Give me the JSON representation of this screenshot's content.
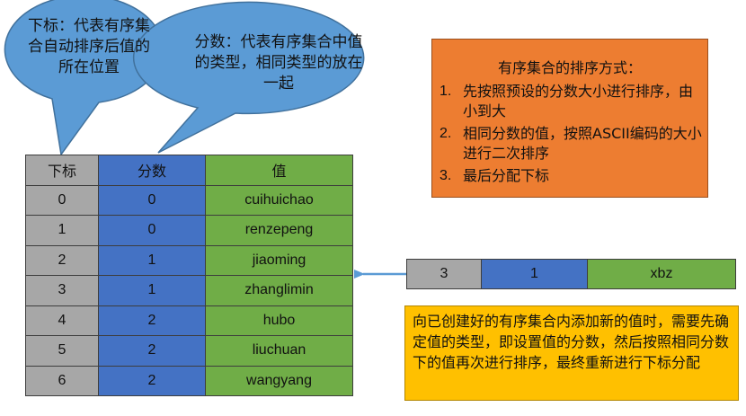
{
  "callouts": {
    "index_note": "下标：代表有序集合自动排序后值的所在位置",
    "score_note": "分数：代表有序集合中值的类型，相同类型的放在一起"
  },
  "table": {
    "headers": [
      "下标",
      "分数",
      "值"
    ],
    "rows": [
      {
        "index": "0",
        "score": "0",
        "value": "cuihuichao"
      },
      {
        "index": "1",
        "score": "0",
        "value": "renzepeng"
      },
      {
        "index": "2",
        "score": "1",
        "value": "jiaoming"
      },
      {
        "index": "3",
        "score": "1",
        "value": "zhanglimin"
      },
      {
        "index": "4",
        "score": "2",
        "value": "hubo"
      },
      {
        "index": "5",
        "score": "2",
        "value": "liuchuan"
      },
      {
        "index": "6",
        "score": "2",
        "value": "wangyang"
      }
    ]
  },
  "new_entry": {
    "index": "3",
    "score": "1",
    "value": "xbz"
  },
  "sorting_rules": {
    "title": "有序集合的排序方式：",
    "items": [
      {
        "num": "1.",
        "text": "先按照预设的分数大小进行排序，由小到大"
      },
      {
        "num": "2.",
        "text": "相同分数的值，按照ASCII编码的大小进行二次排序"
      },
      {
        "num": "3.",
        "text": "最后分配下标"
      }
    ]
  },
  "insert_note": "向已创建好的有序集合内添加新的值时，需要先确定值的类型，即设置值的分数，然后按照相同分数下的值再次进行排序，最终重新进行下标分配",
  "colors": {
    "index_column": "#a7a7a7",
    "score_column": "#4472c4",
    "value_column": "#70ad47",
    "rules_box": "#ed7d31",
    "note_box": "#ffc000",
    "callout": "#5b9bd5",
    "arrow": "#5b9bd5"
  }
}
